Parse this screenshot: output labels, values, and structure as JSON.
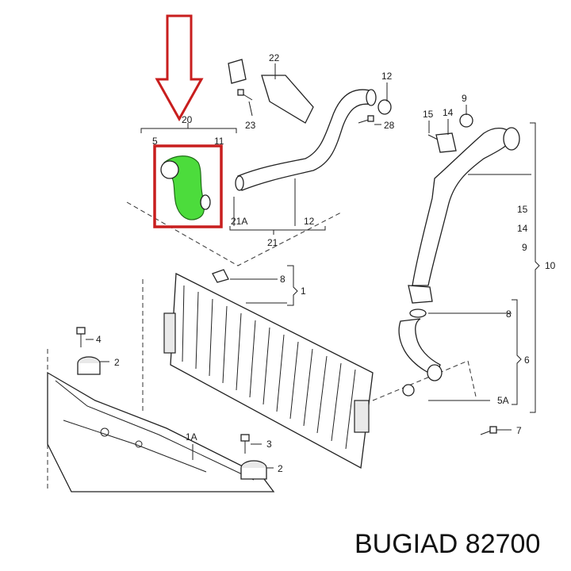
{
  "watermark": "BUGIAD 82700",
  "highlight": {
    "color": "#c81e1e",
    "part_color": "#4cdc3c"
  },
  "callouts": [
    "22",
    "12",
    "23",
    "28",
    "15",
    "14",
    "9",
    "20",
    "5",
    "11",
    "21A",
    "12",
    "21",
    "15",
    "14",
    "9",
    "10",
    "8",
    "1",
    "8",
    "6",
    "4",
    "2",
    "5A",
    "7",
    "1A",
    "3",
    "2"
  ]
}
